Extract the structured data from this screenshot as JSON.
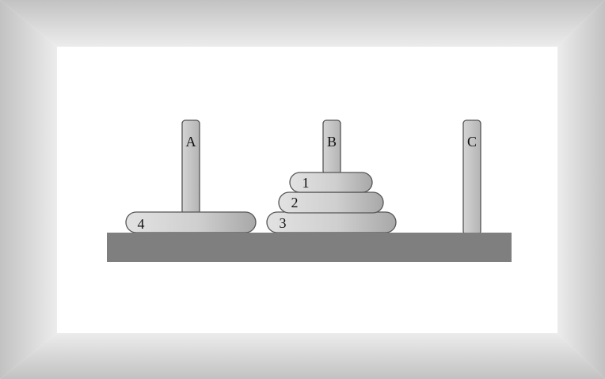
{
  "pegs": [
    {
      "id": "A",
      "label": "A"
    },
    {
      "id": "B",
      "label": "B"
    },
    {
      "id": "C",
      "label": "C"
    }
  ],
  "disks": [
    {
      "label": "4",
      "peg": "A",
      "size": 4,
      "level": 1
    },
    {
      "label": "3",
      "peg": "B",
      "size": 3,
      "level": 1
    },
    {
      "label": "2",
      "peg": "B",
      "size": 2,
      "level": 2
    },
    {
      "label": "1",
      "peg": "B",
      "size": 1,
      "level": 3
    }
  ],
  "colors": {
    "outer_frame_dark": "#bdbdbd",
    "outer_frame_light": "#f4f4f4",
    "panel": "#ffffff",
    "base": "#7f7f7f",
    "peg_fill": "#c8c8c8",
    "disk_fill_light": "#e3e3e3",
    "disk_fill_dark": "#a9a9a9",
    "outline": "#555555"
  }
}
